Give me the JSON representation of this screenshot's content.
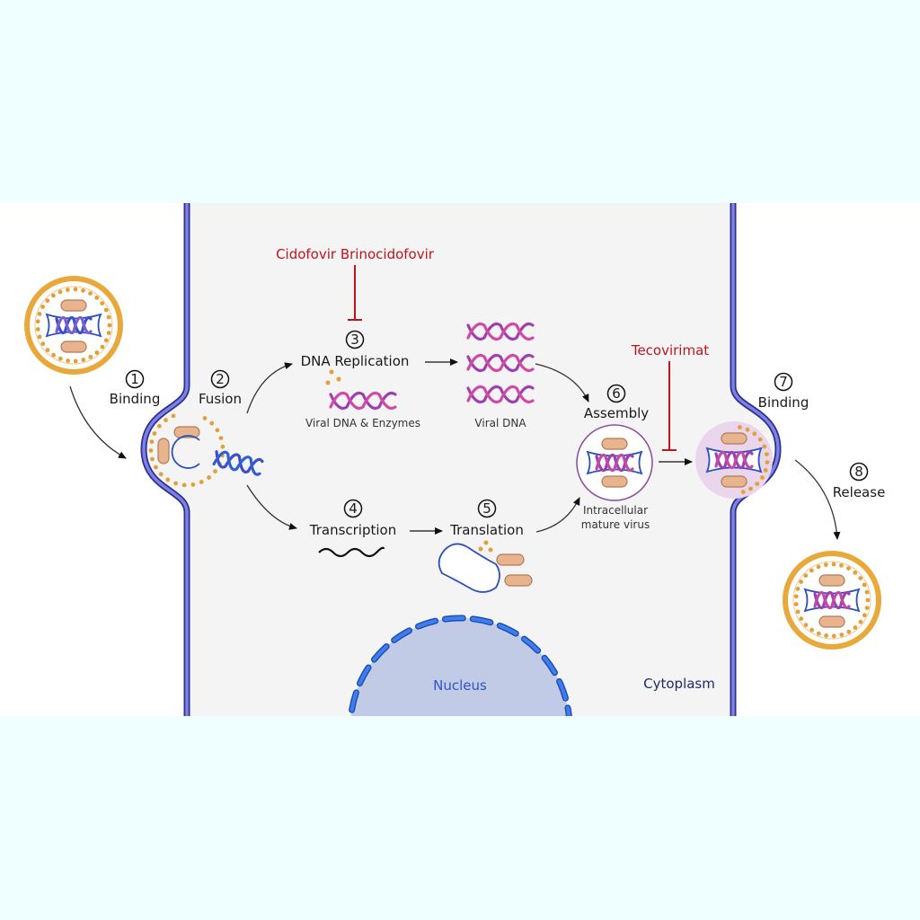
{
  "title": "Viral replication cycle and antiviral drug targets",
  "colors": {
    "outer_background": "#effefe",
    "extracellular": "#ffffff",
    "cytoplasm": "#f4f4f4",
    "membrane": "#6b6fd6",
    "membrane_edge": "#2c2f8f",
    "drug_inhibitor": "#c0141c",
    "envelope": "#e9a83a",
    "protein": "#e8b48e",
    "core": "#2a4fc0",
    "dna_viral": "#9c3fb0",
    "dna_viral_alt": "#d04aa5",
    "dna_entering": "#3b4fc8",
    "nucleus_fill": "#c1cbe6",
    "nucleus_border": "#2f6ce0",
    "mature_virus_halo": "#e9d5ec"
  },
  "steps": [
    {
      "number": "1",
      "label": "Binding"
    },
    {
      "number": "2",
      "label": "Fusion"
    },
    {
      "number": "3",
      "label": "DNA Replication"
    },
    {
      "number": "4",
      "label": "Transcription"
    },
    {
      "number": "5",
      "label": "Translation"
    },
    {
      "number": "6",
      "label": "Assembly"
    },
    {
      "number": "7",
      "label": "Binding"
    },
    {
      "number": "8",
      "label": "Release"
    }
  ],
  "captions": {
    "viral_dna_enzymes": "Viral DNA & Enzymes",
    "viral_dna": "Viral DNA",
    "intracellular_line1": "Intracellular",
    "intracellular_line2": "mature virus",
    "nucleus": "Nucleus",
    "cytoplasm": "Cytoplasm"
  },
  "drugs": {
    "replication_inhibitors": "Cidofovir Brinocidofovir",
    "release_inhibitor": "Tecovirimat"
  }
}
